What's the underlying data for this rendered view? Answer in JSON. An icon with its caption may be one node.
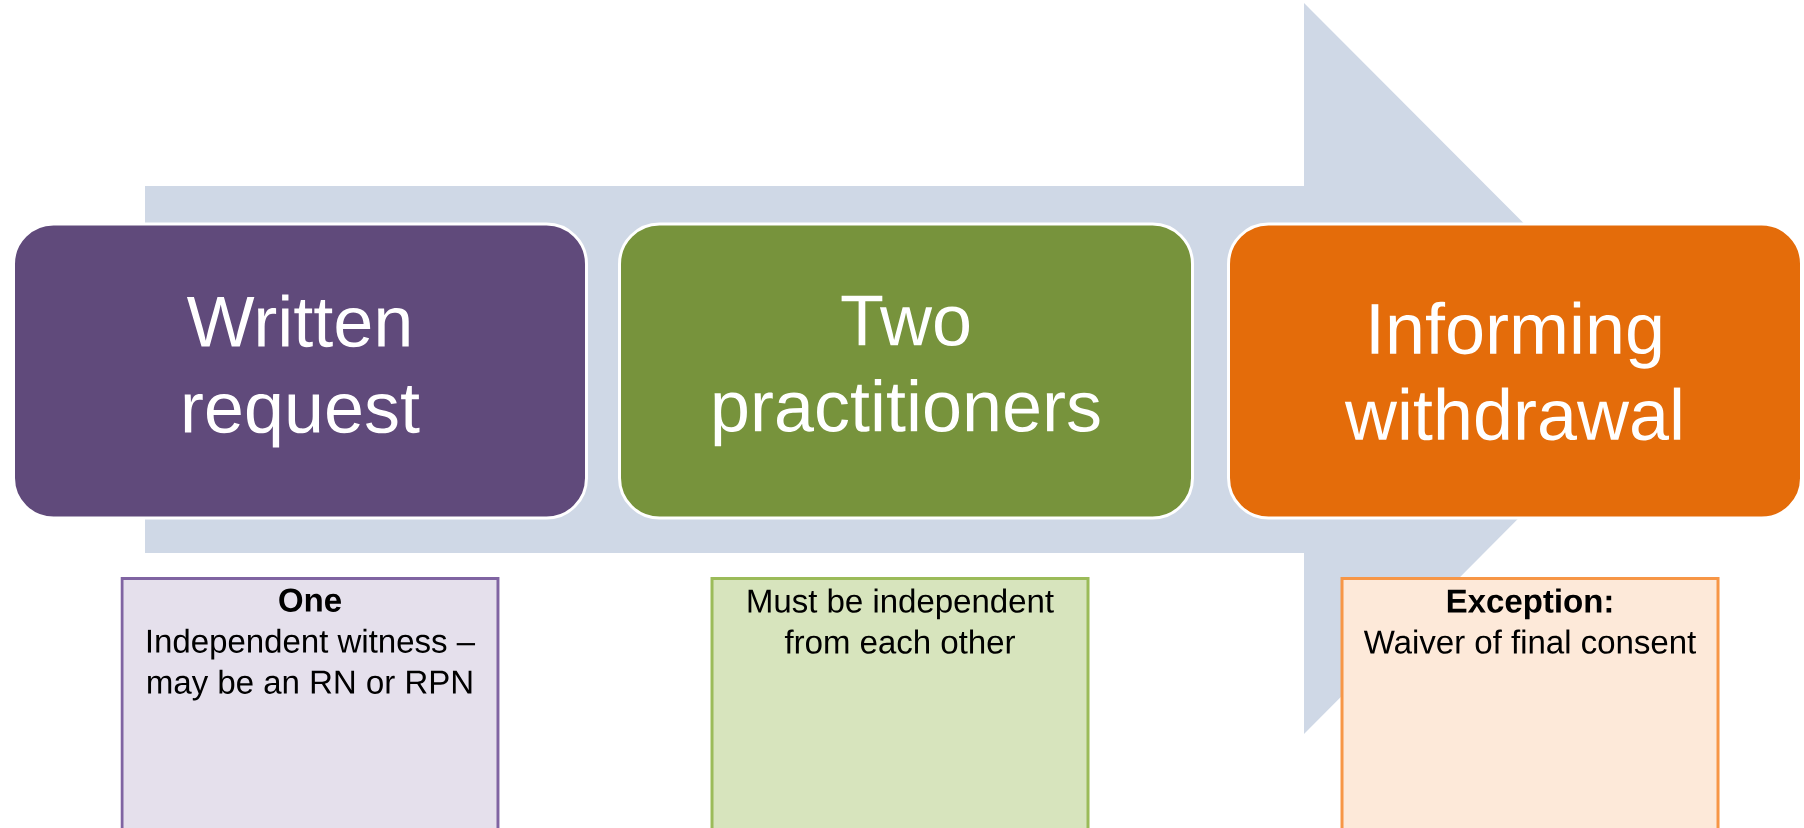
{
  "diagram": {
    "nodes": [
      {
        "text": [
          "Written request"
        ]
      },
      {
        "text": [
          "Two practitioners"
        ]
      },
      {
        "text": [
          "Informing withdrawal"
        ]
      },
      {
        "text": [
          "One",
          "Independent witness – may be an RN or RPN"
        ]
      },
      {
        "text": [
          "Must be independent from each other"
        ]
      },
      {
        "text": [
          "Exception:",
          "Waiver of final consent"
        ]
      }
    ],
    "edges": [
      {
        "from": 0,
        "to": 2,
        "arrow": "to"
      }
    ]
  }
}
